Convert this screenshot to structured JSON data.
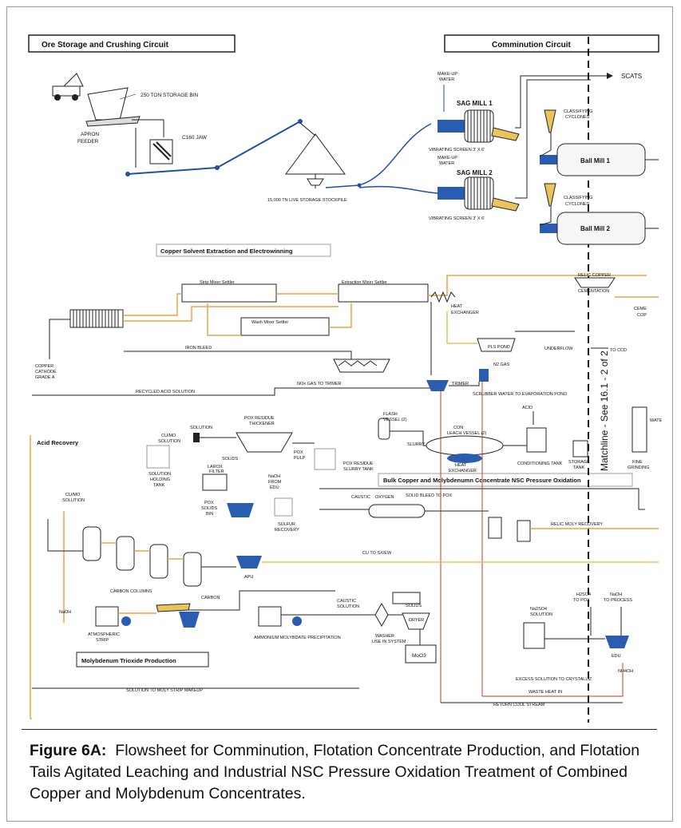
{
  "sections": {
    "ore_storage": "Ore Storage and Crushing Circuit",
    "comminution": "Comminution Circuit",
    "copper_sx": "Copper Solvent Extraction and Electrowinning",
    "acid_recovery": "Acid Recovery",
    "bulk_pox": "Bulk Copper and Molybdenumn Concentrate NSC Pressure Oxidation",
    "moly_trioxide": "Molybdenum Trioxide Production"
  },
  "labels": {
    "storage_bin": "250 TON STORAGE BIN",
    "apron_feeder": "APRON",
    "apron_feeder2": "FEEDER",
    "jaw": "C160 JAW",
    "stockpile": "15,000 TN LIVE STORAGE STOCKPILE",
    "makeup_water_1a": "MAKE-UP",
    "makeup_water_1b": "WATER",
    "sag_mill_1": "SAG MILL 1",
    "sag_mill_2": "SAG MILL 2",
    "screen_1": "VIBRATING SCREEN 3' X 6'",
    "screen_2": "VIBRATING SCREEN 3' X 6'",
    "makeup_water_2a": "MAKE-UP",
    "makeup_water_2b": "WATER",
    "scats": "SCATS",
    "cyclones_1a": "CLASSIFYING",
    "cyclones_1b": "CYCLONES",
    "cyclones_2a": "CLASSIFYING",
    "cyclones_2b": "CYCLONES",
    "ball_mill_1": "Ball Mill 1",
    "ball_mill_2": "Ball Mill 2",
    "strip_settler": "Strip Mixer Settler",
    "extraction_settler": "Extraction Mixer Settler",
    "wash_settler": "Wash Mixer Settler",
    "heat_exchanger": "HEAT",
    "heat_exchanger2": "EXCHANGER",
    "relic_copper": "RELIC COPPER",
    "relic_copper2": "CEMENTATION",
    "ceme": "CEME",
    "cop": "COP",
    "iron_bleed": "IRON BLEED",
    "pls_pond": "PLS POND",
    "underflow": "UNDERFLOW",
    "to_ccd": "TO CCD",
    "cathode1": "COPPER",
    "cathode2": "CATHODE",
    "cathode3": "GRADE A",
    "recycled_acid": "RECYCLED ACID SOLUTION",
    "nox_gas": "NOx GAS TO TRIMER",
    "trimer": "TRIMER",
    "n2_gas": "N2 GAS",
    "scrubber": "SCRUBBER WATER TO EVAPORATION POND",
    "acid": "ACID",
    "matchline": "Matchline - See 16.1 - 2 of 2",
    "solution": "SOLUTION",
    "cumo_solution": "CU/MO",
    "cumo_solution2": "SOLUTION",
    "pox_residue_thickener": "POX RESIDUE",
    "pox_residue_thickener2": "THICKENER",
    "solids": "SOLIDS",
    "pox_pulp": "POX",
    "pox_pulp2": "PULP",
    "flash_vessel": "FLASH",
    "flash_vessel2": "VESSEL (2)",
    "con_leach": "CON",
    "con_leach2": "LEACH VESSEL (2)",
    "heat_ex2": "HEAT",
    "heat_ex2b": "EXCHANGER",
    "slurry": "SLURRY",
    "conditioning": "CONDITIONING TANK",
    "storage_tank": "STORAGE",
    "storage_tank2": "TANK",
    "fine_grinding": "FINE",
    "fine_grinding2": "GRINDING",
    "wate": "WATE",
    "solution_holding": "SOLUTION",
    "solution_holding2": "HOLDING",
    "solution_holding3": "TANK",
    "pox_residue_slurry": "POX RESIDUE",
    "pox_residue_slurry2": "SLURRY TANK",
    "larox": "LAROX",
    "larox2": "FILTER",
    "naoh_edu": "NaOH",
    "naoh_edu2": "FROM",
    "naoh_edu3": "EDU",
    "pox_solids_bin": "POX",
    "pox_solids_bin2": "SOLIDS",
    "pox_solids_bin3": "BIN",
    "sulfur_recovery": "SULFUR",
    "sulfur_recovery2": "RECOVERY",
    "caustic": "CAUSTIC",
    "oxygen": "OXYGEN",
    "solid_bleed": "SOLID BLEED TO POX",
    "relic_moly": "RELIC MOLY RECOVERY",
    "cumo_solution_left": "CU/MO",
    "cumo_solution_left2": "SOLUTION",
    "cu_to_sxew": "CU TO SX/EW",
    "carbon_columns": "CARBON COLUMNS",
    "carbon": "CARBON",
    "apu": "APU",
    "naoh": "NaOH",
    "atmospheric_strip": "ATMOSPHERIC",
    "atmospheric_strip2": "STRIP",
    "ammonium": "AMMONIUM MOLYBDATE PRECIPITATION",
    "caustic_solution": "CAUSTIC",
    "caustic_solution2": "SOLUTION",
    "dryer": "DRYER",
    "solids2": "SOLIDS",
    "moo3": "MoO3",
    "na2so4": "Na2SO4",
    "na2so4b": "SOLUTION",
    "h2so4": "H2SO4",
    "h2so4b": "TO POX",
    "naoh_process": "NaOH",
    "naoh_process2": "TO PROCESS",
    "edu": "EDU",
    "nh4oh": "NH4OH",
    "excess_solution": "EXCESS SOLUTION TO CRYSTALLIZ",
    "waste_heat": "WASTE HEAT IN",
    "return_cool": "RETURN COOL STREAM",
    "solution_moly_strip": "SOLUTION TO MOLY STRIP MAKEUP",
    "washer": "WASHER",
    "washer2": "USE IN SYSTEM"
  },
  "caption": {
    "label": "Figure 6A:",
    "text": "Flowsheet for Comminution, Flotation Concentrate Production, and Flotation Tails Agitated Leaching and Industrial NSC Pressure Oxidation Treatment of Combined Copper and Molybdenum Concentrates."
  },
  "colors": {
    "stream_blue": "#1f4fa8",
    "stream_orange": "#e8a640",
    "stream_yellow": "#e8c45a",
    "stream_red": "#c0392b",
    "equipment_blue": "#2a5db0",
    "line_dark": "#222222"
  }
}
